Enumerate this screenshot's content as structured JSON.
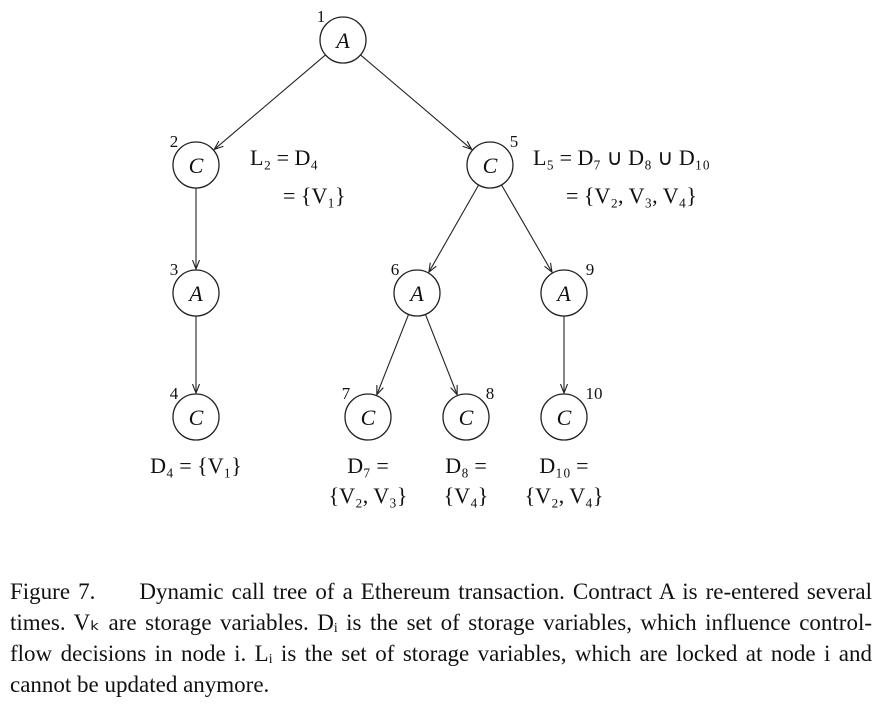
{
  "nodes": [
    {
      "id": 1,
      "label": "A",
      "number": "1"
    },
    {
      "id": 2,
      "label": "C",
      "number": "2"
    },
    {
      "id": 3,
      "label": "A",
      "number": "3"
    },
    {
      "id": 4,
      "label": "C",
      "number": "4"
    },
    {
      "id": 5,
      "label": "C",
      "number": "5"
    },
    {
      "id": 6,
      "label": "A",
      "number": "6"
    },
    {
      "id": 7,
      "label": "C",
      "number": "7"
    },
    {
      "id": 8,
      "label": "C",
      "number": "8"
    },
    {
      "id": 9,
      "label": "A",
      "number": "9"
    },
    {
      "id": 10,
      "label": "C",
      "number": "10"
    }
  ],
  "edges": [
    [
      1,
      2
    ],
    [
      1,
      5
    ],
    [
      2,
      3
    ],
    [
      3,
      4
    ],
    [
      5,
      6
    ],
    [
      5,
      9
    ],
    [
      6,
      7
    ],
    [
      6,
      8
    ],
    [
      9,
      10
    ]
  ],
  "annotations": {
    "L2_line1": "L₂ = D₄",
    "L2_line2": "= {V₁}",
    "L5_line1": "L₅ = D₇ ∪ D₈ ∪ D₁₀",
    "L5_line2": "= {V₂, V₃, V₄}",
    "D4": "D₄ = {V₁}",
    "D7_line1": "D₇ =",
    "D7_line2": "{V₂, V₃}",
    "D8_line1": "D₈ =",
    "D8_line2": "{V₄}",
    "D10_line1": "D₁₀ =",
    "D10_line2": "{V₂, V₄}"
  },
  "caption": {
    "label": "Figure 7.",
    "text": "Dynamic call tree of a Ethereum transaction. Contract A is re-entered several times. Vₖ are storage variables. Dᵢ is the set of storage variables, which influence control-flow decisions in node i. Lᵢ is the set of storage variables, which are locked at node i and cannot be updated anymore."
  }
}
